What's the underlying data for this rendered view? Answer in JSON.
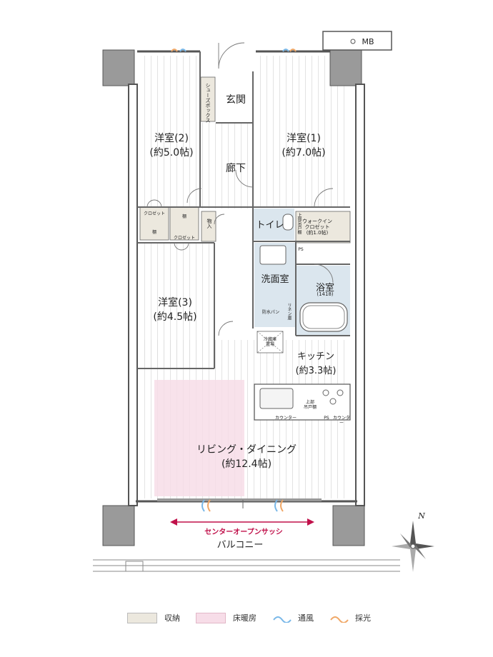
{
  "rooms": {
    "western2": "洋室(2)\n(約5.0帖)",
    "western1": "洋室(1)\n(約7.0帖)",
    "western3": "洋室(3)\n(約4.5帖)",
    "entrance": "玄関",
    "corridor": "廊下",
    "toilet": "トイレ",
    "washroom": "洗面室",
    "bathroom": "浴室",
    "bath_size": "(1418)",
    "kitchen": "キッチン\n(約3.3帖)",
    "living": "リビング・ダイニング\n(約12.4帖)",
    "balcony": "バルコニー",
    "walkin": "ウォークイン\nクロゼット\n(約1.0帖)"
  },
  "fixtures": {
    "mb": "MB",
    "shoebox": "シューズボックス",
    "closet1": "クロゼット",
    "closet2": "クロゼット",
    "shelf1": "棚",
    "shelf2": "棚",
    "storage": "物入",
    "ps1": "PS",
    "ps2": "PS",
    "waterproof_pan": "防水パン",
    "fridge": "冷蔵庫\n置場",
    "counter1": "カウンター",
    "counter2": "カウンター",
    "upper_shelf_toilet": "上部吊戸棚",
    "upper_shelf_kitchen": "上部\n吊戸棚",
    "linen": "リネン庫"
  },
  "sash_label": "センターオープンサッシ",
  "compass_label": "N",
  "legend": [
    {
      "label": "収納",
      "color": "#ece8de"
    },
    {
      "label": "床暖房",
      "color": "#f7dde8"
    },
    {
      "label": "通風",
      "color": "#7ab8e8"
    },
    {
      "label": "採光",
      "color": "#f0a868"
    }
  ]
}
